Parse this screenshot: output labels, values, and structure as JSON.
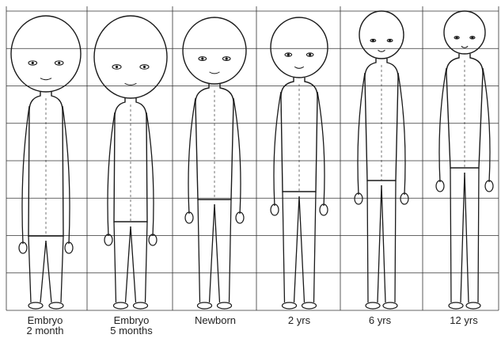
{
  "figure": {
    "line_color": "#1a1a1a",
    "grid_color": "#333333",
    "background": "#ffffff",
    "stages": [
      {
        "id": "embryo-2-month",
        "label": "Embryo\n2 month"
      },
      {
        "id": "embryo-5-months",
        "label": "Embryo\n5 months"
      },
      {
        "id": "newborn",
        "label": "Newborn"
      },
      {
        "id": "2-yrs",
        "label": "2 yrs"
      },
      {
        "id": "6-yrs",
        "label": "6 yrs"
      },
      {
        "id": "12-yrs",
        "label": "12 yrs"
      }
    ]
  }
}
